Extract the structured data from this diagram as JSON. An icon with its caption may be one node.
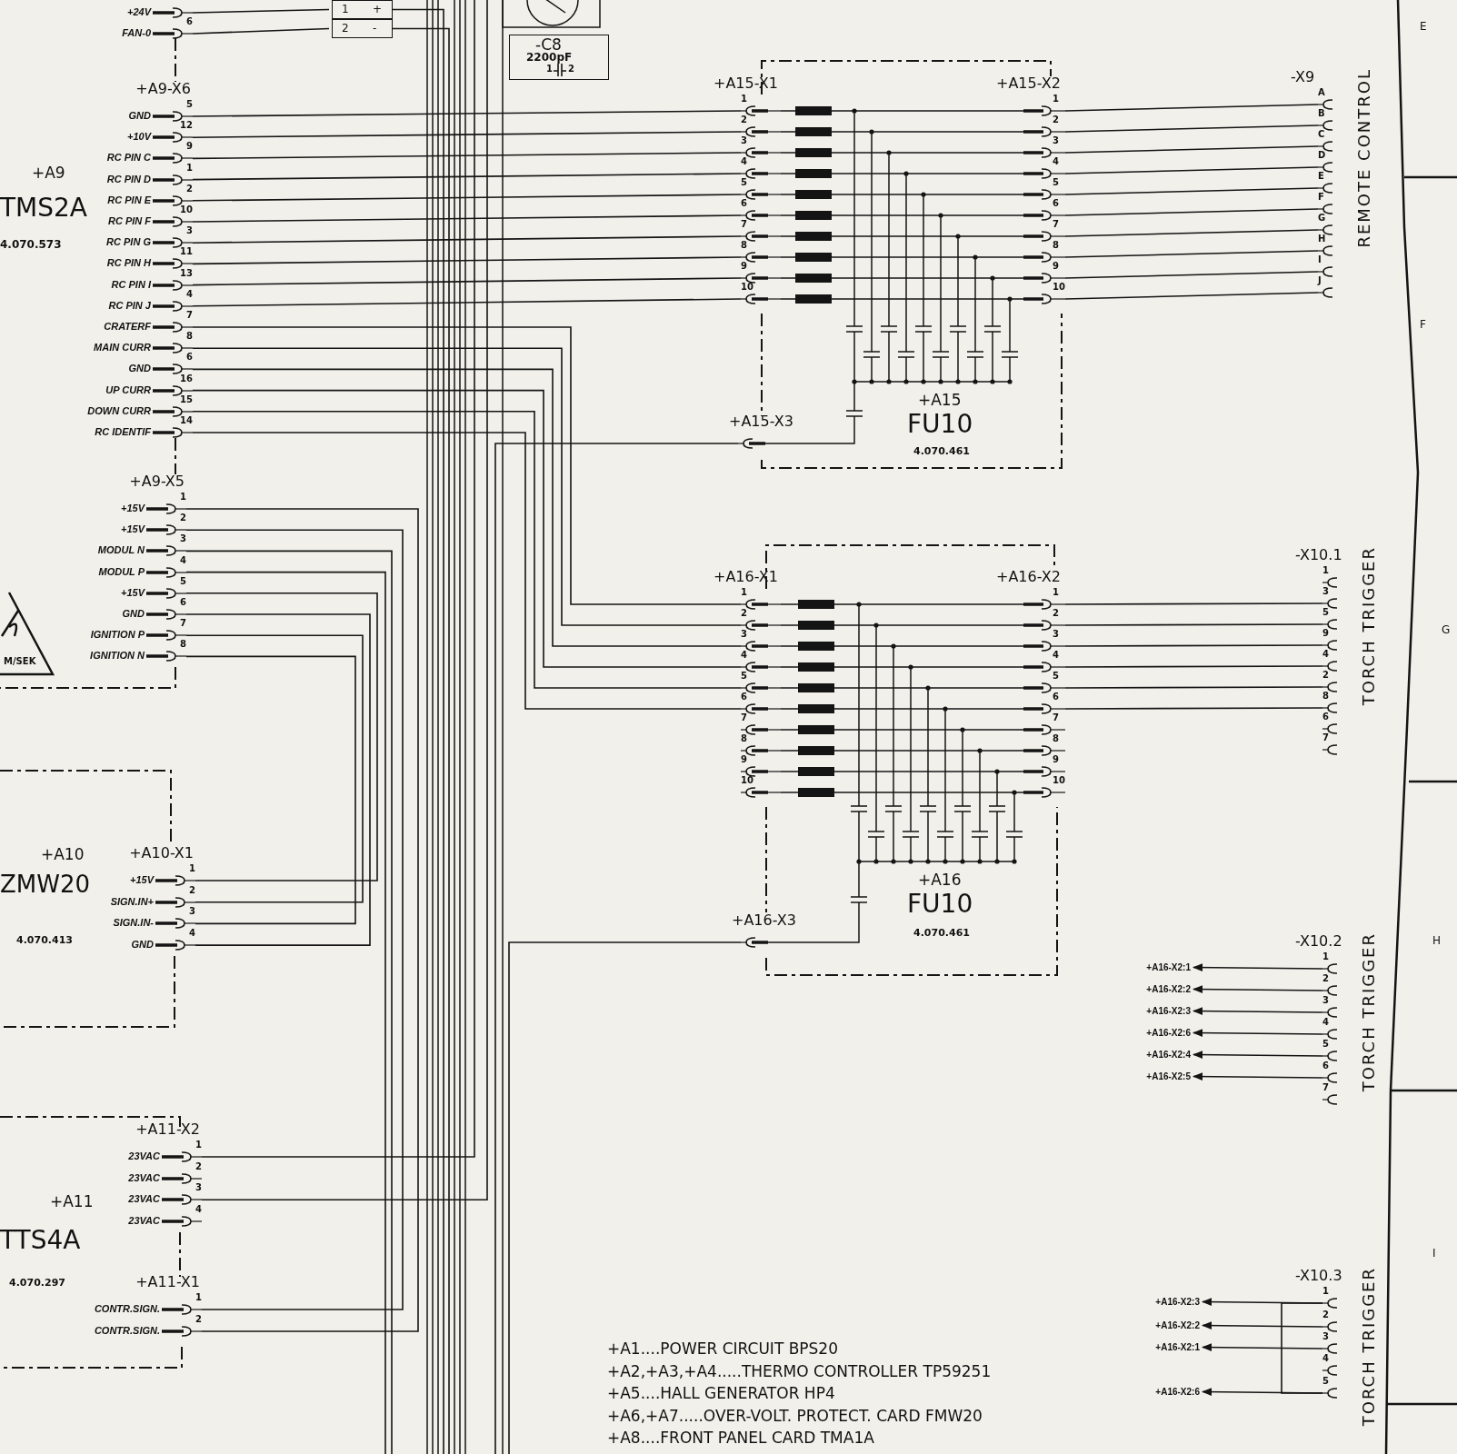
{
  "diagram": {
    "nodes": [
      {
        "text": [
          "+A9",
          "TMS2A",
          "4.070.573"
        ]
      },
      {
        "text": [
          "+24V"
        ],
        "in": 0
      },
      {
        "text": [
          "FAN-0",
          "6"
        ],
        "in": 0
      },
      {
        "text": [
          "1",
          "+"
        ]
      },
      {
        "text": [
          "2",
          "-"
        ]
      },
      {
        "text": [
          "-C8",
          "2200pF",
          "1",
          "2"
        ]
      },
      {
        "text": [
          "+A9-X6"
        ],
        "in": 0
      },
      {
        "text": [
          "GND",
          "5"
        ],
        "in": 6
      },
      {
        "text": [
          "+10V",
          "12"
        ],
        "in": 6
      },
      {
        "text": [
          "RC PIN C",
          "9"
        ],
        "in": 6
      },
      {
        "text": [
          "RC PIN D",
          "1"
        ],
        "in": 6
      },
      {
        "text": [
          "RC PIN E",
          "2"
        ],
        "in": 6
      },
      {
        "text": [
          "RC PIN F",
          "10"
        ],
        "in": 6
      },
      {
        "text": [
          "RC PIN G",
          "3"
        ],
        "in": 6
      },
      {
        "text": [
          "RC PIN H",
          "11"
        ],
        "in": 6
      },
      {
        "text": [
          "RC PIN I",
          "13"
        ],
        "in": 6
      },
      {
        "text": [
          "RC PIN J",
          "4"
        ],
        "in": 6
      },
      {
        "text": [
          "CRATERF",
          "7"
        ],
        "in": 6
      },
      {
        "text": [
          "MAIN CURR",
          "8"
        ],
        "in": 6
      },
      {
        "text": [
          "GND",
          "6"
        ],
        "in": 6
      },
      {
        "text": [
          "UP CURR",
          "16"
        ],
        "in": 6
      },
      {
        "text": [
          "DOWN CURR",
          "15"
        ],
        "in": 6
      },
      {
        "text": [
          "RC IDENTIF",
          "14"
        ],
        "in": 6
      },
      {
        "text": [
          "+A9-X5"
        ],
        "in": 0
      },
      {
        "text": [
          "+15V",
          "1"
        ],
        "in": 23
      },
      {
        "text": [
          "+15V",
          "2"
        ],
        "in": 23
      },
      {
        "text": [
          "MODUL N",
          "3"
        ],
        "in": 23
      },
      {
        "text": [
          "MODUL P",
          "4"
        ],
        "in": 23
      },
      {
        "text": [
          "+15V",
          "5"
        ],
        "in": 23
      },
      {
        "text": [
          "GND",
          "6"
        ],
        "in": 23
      },
      {
        "text": [
          "IGNITION P",
          "7"
        ],
        "in": 23
      },
      {
        "text": [
          "IGNITION N",
          "8"
        ],
        "in": 23
      },
      {
        "text": [
          "+A10",
          "ZMW20",
          "4.070.413"
        ]
      },
      {
        "text": [
          "+A10-X1"
        ],
        "in": 32
      },
      {
        "text": [
          "+15V",
          "1"
        ],
        "in": 33
      },
      {
        "text": [
          "SIGN.IN+",
          "2"
        ],
        "in": 33
      },
      {
        "text": [
          "SIGN.IN-",
          "3"
        ],
        "in": 33
      },
      {
        "text": [
          "GND",
          "4"
        ],
        "in": 33
      },
      {
        "text": [
          "+A11",
          "TTS4A",
          "4.070.297"
        ]
      },
      {
        "text": [
          "+A11-X2"
        ],
        "in": 38
      },
      {
        "text": [
          "23VAC",
          "1"
        ],
        "in": 39
      },
      {
        "text": [
          "23VAC",
          "2"
        ],
        "in": 39
      },
      {
        "text": [
          "23VAC",
          "3"
        ],
        "in": 39
      },
      {
        "text": [
          "23VAC",
          "4"
        ],
        "in": 39
      },
      {
        "text": [
          "+A11-X1"
        ],
        "in": 38
      },
      {
        "text": [
          "CONTR.SIGN.",
          "1"
        ],
        "in": 44
      },
      {
        "text": [
          "CONTR.SIGN.",
          "2"
        ],
        "in": 44
      },
      {
        "text": [
          "+A15",
          "FU10",
          "4.070.461"
        ]
      },
      {
        "text": [
          "+A15-X1"
        ],
        "in": 47
      },
      {
        "text": [
          "1"
        ],
        "in": 48
      },
      {
        "text": [
          "2"
        ],
        "in": 48
      },
      {
        "text": [
          "3"
        ],
        "in": 48
      },
      {
        "text": [
          "4"
        ],
        "in": 48
      },
      {
        "text": [
          "5"
        ],
        "in": 48
      },
      {
        "text": [
          "6"
        ],
        "in": 48
      },
      {
        "text": [
          "7"
        ],
        "in": 48
      },
      {
        "text": [
          "8"
        ],
        "in": 48
      },
      {
        "text": [
          "9"
        ],
        "in": 48
      },
      {
        "text": [
          "10"
        ],
        "in": 48
      },
      {
        "text": [
          "+A15-X2"
        ],
        "in": 47
      },
      {
        "text": [
          "1"
        ],
        "in": 59
      },
      {
        "text": [
          "2"
        ],
        "in": 59
      },
      {
        "text": [
          "3"
        ],
        "in": 59
      },
      {
        "text": [
          "4"
        ],
        "in": 59
      },
      {
        "text": [
          "5"
        ],
        "in": 59
      },
      {
        "text": [
          "6"
        ],
        "in": 59
      },
      {
        "text": [
          "7"
        ],
        "in": 59
      },
      {
        "text": [
          "8"
        ],
        "in": 59
      },
      {
        "text": [
          "9"
        ],
        "in": 59
      },
      {
        "text": [
          "10"
        ],
        "in": 59
      },
      {
        "text": [
          "+A15-X3"
        ],
        "in": 47
      },
      {
        "text": [
          "-X9"
        ],
        "beside": [
          "REMOTE CONTROL"
        ]
      },
      {
        "text": [
          "A"
        ],
        "in": 71
      },
      {
        "text": [
          "B"
        ],
        "in": 71
      },
      {
        "text": [
          "C"
        ],
        "in": 71
      },
      {
        "text": [
          "D"
        ],
        "in": 71
      },
      {
        "text": [
          "E"
        ],
        "in": 71
      },
      {
        "text": [
          "F"
        ],
        "in": 71
      },
      {
        "text": [
          "G"
        ],
        "in": 71
      },
      {
        "text": [
          "H"
        ],
        "in": 71
      },
      {
        "text": [
          "I"
        ],
        "in": 71
      },
      {
        "text": [
          "J"
        ],
        "in": 71
      },
      {
        "text": [
          "+A16",
          "FU10",
          "4.070.461"
        ]
      },
      {
        "text": [
          "+A16-X1"
        ],
        "in": 82
      },
      {
        "text": [
          "1"
        ],
        "in": 83
      },
      {
        "text": [
          "2"
        ],
        "in": 83
      },
      {
        "text": [
          "3"
        ],
        "in": 83
      },
      {
        "text": [
          "4"
        ],
        "in": 83
      },
      {
        "text": [
          "5"
        ],
        "in": 83
      },
      {
        "text": [
          "6"
        ],
        "in": 83
      },
      {
        "text": [
          "7"
        ],
        "in": 83
      },
      {
        "text": [
          "8"
        ],
        "in": 83
      },
      {
        "text": [
          "9"
        ],
        "in": 83
      },
      {
        "text": [
          "10"
        ],
        "in": 83
      },
      {
        "text": [
          "+A16-X2"
        ],
        "in": 82
      },
      {
        "text": [
          "1"
        ],
        "in": 94
      },
      {
        "text": [
          "2"
        ],
        "in": 94
      },
      {
        "text": [
          "3"
        ],
        "in": 94
      },
      {
        "text": [
          "4"
        ],
        "in": 94
      },
      {
        "text": [
          "5"
        ],
        "in": 94
      },
      {
        "text": [
          "6"
        ],
        "in": 94
      },
      {
        "text": [
          "7"
        ],
        "in": 94
      },
      {
        "text": [
          "8"
        ],
        "in": 94
      },
      {
        "text": [
          "9"
        ],
        "in": 94
      },
      {
        "text": [
          "10"
        ],
        "in": 94
      },
      {
        "text": [
          "+A16-X3"
        ],
        "in": 82
      },
      {
        "text": [
          "-X10.1"
        ],
        "beside": [
          "TORCH TRIGGER"
        ]
      },
      {
        "text": [
          "1"
        ],
        "in": 106
      },
      {
        "text": [
          "3"
        ],
        "in": 106
      },
      {
        "text": [
          "5"
        ],
        "in": 106
      },
      {
        "text": [
          "9"
        ],
        "in": 106
      },
      {
        "text": [
          "4"
        ],
        "in": 106
      },
      {
        "text": [
          "2"
        ],
        "in": 106
      },
      {
        "text": [
          "8"
        ],
        "in": 106
      },
      {
        "text": [
          "6"
        ],
        "in": 106
      },
      {
        "text": [
          "7"
        ],
        "in": 106
      },
      {
        "text": [
          "-X10.2"
        ],
        "beside": [
          "TORCH TRIGGER"
        ]
      },
      {
        "text": [
          "1"
        ],
        "in": 116
      },
      {
        "text": [
          "2"
        ],
        "in": 116
      },
      {
        "text": [
          "3"
        ],
        "in": 116
      },
      {
        "text": [
          "4"
        ],
        "in": 116
      },
      {
        "text": [
          "5"
        ],
        "in": 116
      },
      {
        "text": [
          "6"
        ],
        "in": 116
      },
      {
        "text": [
          "7"
        ],
        "in": 116
      },
      {
        "text": [
          "+A16-X2:1"
        ]
      },
      {
        "text": [
          "+A16-X2:2"
        ]
      },
      {
        "text": [
          "+A16-X2:3"
        ]
      },
      {
        "text": [
          "+A16-X2:6"
        ]
      },
      {
        "text": [
          "+A16-X2:4"
        ]
      },
      {
        "text": [
          "+A16-X2:5"
        ]
      },
      {
        "text": [
          "-X10.3"
        ],
        "beside": [
          "TORCH TRIGGER"
        ]
      },
      {
        "text": [
          "1"
        ],
        "in": 130
      },
      {
        "text": [
          "2"
        ],
        "in": 130
      },
      {
        "text": [
          "3"
        ],
        "in": 130
      },
      {
        "text": [
          "4"
        ],
        "in": 130
      },
      {
        "text": [
          "5"
        ],
        "in": 130
      },
      {
        "text": [
          "+A16-X2:3"
        ]
      },
      {
        "text": [
          "+A16-X2:2"
        ]
      },
      {
        "text": [
          "+A16-X2:1"
        ]
      },
      {
        "text": [
          "+A16-X2:6"
        ]
      }
    ],
    "edges": [
      {
        "from": 1,
        "to": 3,
        "arrow": "none"
      },
      {
        "from": 2,
        "to": 4,
        "arrow": "none"
      },
      {
        "from": 3,
        "to": null,
        "arrow": "none"
      },
      {
        "from": 4,
        "to": null,
        "arrow": "none"
      },
      {
        "from": 7,
        "to": 49,
        "arrow": "none"
      },
      {
        "from": 8,
        "to": 50,
        "arrow": "none"
      },
      {
        "from": 9,
        "to": 51,
        "arrow": "none"
      },
      {
        "from": 10,
        "to": 52,
        "arrow": "none"
      },
      {
        "from": 11,
        "to": 53,
        "arrow": "none"
      },
      {
        "from": 12,
        "to": 54,
        "arrow": "none"
      },
      {
        "from": 13,
        "to": 55,
        "arrow": "none"
      },
      {
        "from": 14,
        "to": 56,
        "arrow": "none"
      },
      {
        "from": 15,
        "to": 57,
        "arrow": "none"
      },
      {
        "from": 16,
        "to": 58,
        "arrow": "none"
      },
      {
        "from": 17,
        "to": 84,
        "arrow": "none"
      },
      {
        "from": 18,
        "to": 85,
        "arrow": "none"
      },
      {
        "from": 19,
        "to": 86,
        "arrow": "none"
      },
      {
        "from": 20,
        "to": 87,
        "arrow": "none"
      },
      {
        "from": 21,
        "to": 88,
        "arrow": "none"
      },
      {
        "from": 22,
        "to": 89,
        "arrow": "none"
      },
      {
        "from": 49,
        "to": 60,
        "arrow": "none"
      },
      {
        "from": 50,
        "to": 61,
        "arrow": "none"
      },
      {
        "from": 51,
        "to": 62,
        "arrow": "none"
      },
      {
        "from": 52,
        "to": 63,
        "arrow": "none"
      },
      {
        "from": 53,
        "to": 64,
        "arrow": "none"
      },
      {
        "from": 54,
        "to": 65,
        "arrow": "none"
      },
      {
        "from": 55,
        "to": 66,
        "arrow": "none"
      },
      {
        "from": 56,
        "to": 67,
        "arrow": "none"
      },
      {
        "from": 57,
        "to": 68,
        "arrow": "none"
      },
      {
        "from": 58,
        "to": 69,
        "arrow": "none"
      },
      {
        "from": 60,
        "to": 72,
        "arrow": "none"
      },
      {
        "from": 61,
        "to": 73,
        "arrow": "none"
      },
      {
        "from": 62,
        "to": 74,
        "arrow": "none"
      },
      {
        "from": 63,
        "to": 75,
        "arrow": "none"
      },
      {
        "from": 64,
        "to": 76,
        "arrow": "none"
      },
      {
        "from": 65,
        "to": 77,
        "arrow": "none"
      },
      {
        "from": 66,
        "to": 78,
        "arrow": "none"
      },
      {
        "from": 67,
        "to": 79,
        "arrow": "none"
      },
      {
        "from": 68,
        "to": 80,
        "arrow": "none"
      },
      {
        "from": 69,
        "to": 81,
        "arrow": "none"
      },
      {
        "from": 84,
        "to": 95,
        "arrow": "none"
      },
      {
        "from": 85,
        "to": 96,
        "arrow": "none"
      },
      {
        "from": 86,
        "to": 97,
        "arrow": "none"
      },
      {
        "from": 87,
        "to": 98,
        "arrow": "none"
      },
      {
        "from": 88,
        "to": 99,
        "arrow": "none"
      },
      {
        "from": 89,
        "to": 100,
        "arrow": "none"
      },
      {
        "from": 90,
        "to": 101,
        "arrow": "none"
      },
      {
        "from": 91,
        "to": 102,
        "arrow": "none"
      },
      {
        "from": 92,
        "to": 103,
        "arrow": "none"
      },
      {
        "from": 93,
        "to": 104,
        "arrow": "none"
      },
      {
        "from": 95,
        "to": 108,
        "arrow": "none"
      },
      {
        "from": 96,
        "to": 109,
        "arrow": "none"
      },
      {
        "from": 97,
        "to": 110,
        "arrow": "none"
      },
      {
        "from": 98,
        "to": 111,
        "arrow": "none"
      },
      {
        "from": 99,
        "to": 112,
        "arrow": "none"
      },
      {
        "from": 100,
        "to": 113,
        "arrow": "none"
      },
      {
        "from": 70,
        "to": null,
        "arrow": "none"
      },
      {
        "from": 105,
        "to": null,
        "arrow": "none"
      },
      {
        "from": 28,
        "to": 34,
        "arrow": "none"
      },
      {
        "from": 29,
        "to": 37,
        "arrow": "none"
      },
      {
        "from": 30,
        "to": 35,
        "arrow": "none"
      },
      {
        "from": 31,
        "to": 36,
        "arrow": "none"
      },
      {
        "from": 24,
        "to": 46,
        "arrow": "none"
      },
      {
        "from": 25,
        "to": 45,
        "arrow": "none"
      },
      {
        "from": 26,
        "to": null,
        "arrow": "none"
      },
      {
        "from": 27,
        "to": null,
        "arrow": "none"
      },
      {
        "from": 40,
        "to": null,
        "arrow": "none"
      },
      {
        "from": 42,
        "to": null,
        "arrow": "none"
      },
      {
        "from": 117,
        "to": 124,
        "arrow": "to"
      },
      {
        "from": 118,
        "to": 125,
        "arrow": "to"
      },
      {
        "from": 119,
        "to": 126,
        "arrow": "to"
      },
      {
        "from": 120,
        "to": 127,
        "arrow": "to"
      },
      {
        "from": 121,
        "to": 128,
        "arrow": "to"
      },
      {
        "from": 122,
        "to": 129,
        "arrow": "to"
      },
      {
        "from": 131,
        "to": 136,
        "arrow": "to"
      },
      {
        "from": 132,
        "to": 137,
        "arrow": "to"
      },
      {
        "from": 133,
        "to": 138,
        "arrow": "to"
      },
      {
        "from": 135,
        "to": 139,
        "arrow": "to"
      },
      {
        "from": 131,
        "to": 135,
        "arrow": "none"
      }
    ],
    "labels": [
      "M/SEK",
      "E",
      "F",
      "G",
      "H",
      "I",
      "+A1....POWER CIRCUIT BPS20",
      "+A2,+A3,+A4.....THERMO CONTROLLER TP59251",
      "+A5....HALL GENERATOR HP4",
      "+A6,+A7.....OVER-VOLT. PROTECT. CARD FMW20",
      "+A8....FRONT PANEL CARD TMA1A"
    ]
  }
}
